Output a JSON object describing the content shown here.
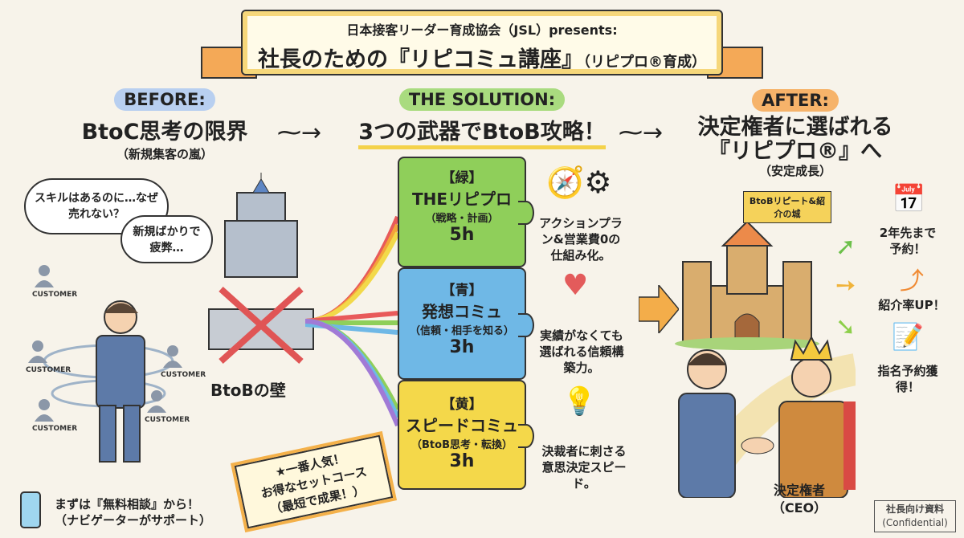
{
  "header": {
    "presenter": "日本接客リーダー育成協会（JSL）presents:",
    "title": "社長のための『リピコミュ講座』",
    "title_suffix": "（リピプロ®育成）"
  },
  "before": {
    "label": "BEFORE:",
    "title": "BtoC思考の限界",
    "subtitle": "（新規集客の嵐）",
    "thought1": "スキルはあるのに…なぜ売れない？",
    "thought2": "新規ばかりで疲弊…",
    "customer_label": "CUSTOMER",
    "wall_label": "BtoBの壁"
  },
  "solution": {
    "label": "THE SOLUTION:",
    "title": "3つの武器でBtoB攻略！",
    "pieces": [
      {
        "color_tag": "【緑】",
        "name": "THEリピプロ",
        "detail": "（戦略・計画）",
        "hours": "5h",
        "desc": "アクションプラン&営業費0の仕組み化。",
        "color": "#8fcf5a"
      },
      {
        "color_tag": "【青】",
        "name": "発想コミュ",
        "detail": "（信頼・相手を知る）",
        "hours": "3h",
        "desc": "実績がなくても選ばれる信頼構築力。",
        "color": "#6fb8e6"
      },
      {
        "color_tag": "【黄】",
        "name": "スピードコミュ",
        "detail": "（BtoB思考・転換）",
        "hours": "3h",
        "desc": "決裁者に刺さる意思決定スピード。",
        "color": "#f4d84a"
      }
    ]
  },
  "set_tag": {
    "line1": "★一番人気！",
    "line2": "お得なセットコース",
    "line3": "（最短で成果！）"
  },
  "consult": {
    "line1": "まずは『無料相談』から！",
    "line2": "（ナビゲーターがサポート）"
  },
  "after": {
    "label": "AFTER:",
    "title": "決定権者に選ばれる",
    "title2": "『リピプロ®』へ",
    "subtitle": "（安定成長）",
    "flag": "BtoBリピート&紹介の城",
    "results": [
      "2年先まで予約！",
      "紹介率UP！",
      "指名予約獲得！"
    ],
    "ceo": "決定権者",
    "ceo_sub": "（CEO）"
  },
  "footer": {
    "confidential": "社長向け資料",
    "confidential_sub": "(Confidential)"
  }
}
